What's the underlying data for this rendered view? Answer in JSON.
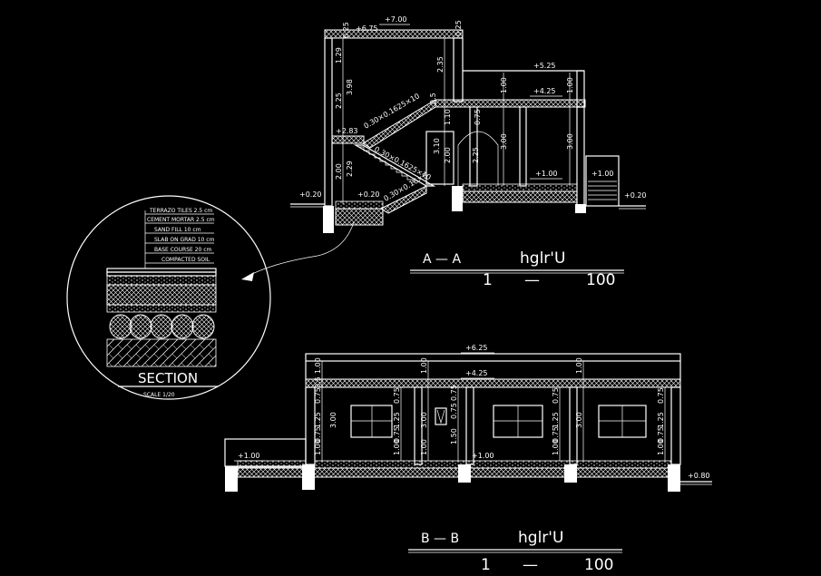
{
  "section_aa": {
    "title_left": "A  —  A",
    "title_script": "hglr'U",
    "scale_one": "1",
    "scale_dash": "—",
    "scale_value": "100",
    "levels": {
      "top": "+7.00",
      "parapet": "+6.75",
      "right_top": "+5.25",
      "right_slab": "+4.25",
      "mid": "+2.83",
      "floor": "+1.00",
      "ground_left": "+0.20",
      "ground_step": "+0.20",
      "ground_right": "+0.20"
    },
    "dims": {
      "d1": "1.29",
      "d2": "2.25",
      "d3": "3.98",
      "d4": "2.35",
      "d5": "0.25",
      "d6": "2.00",
      "d7": "2.29",
      "d8": "1.00",
      "d9": "0.75",
      "d10": "3.00",
      "d11": "3.00",
      "d12": "2.25",
      "d13": "1.10",
      "d14": "3.10",
      "d15": "2.00",
      "d16": "1.00",
      "d17": "0.5",
      "d18": "0.25"
    },
    "stairs": {
      "upper": "0.30×0.1625×10",
      "lower": "0.30×0.1625×10",
      "bottom": "0.30×0.16×5"
    }
  },
  "detail": {
    "layers": [
      "TERRAZO TILES 2.5 cm",
      "CEMENT MORTAR 2.5 cm",
      "SAND FILL 10 cm",
      "SLAB ON GRAD 10 cm",
      "BASE COURSE 20 cm",
      "COMPACTED SOIL"
    ],
    "label": "SECTION",
    "scale": "SCALE 1/20"
  },
  "section_bb": {
    "title_left": "B  —  B",
    "title_script": "hglr'U",
    "scale_one": "1",
    "scale_dash": "—",
    "scale_value": "100",
    "levels": {
      "top": "+6.25",
      "slab": "+4.25",
      "left_floor": "+1.00",
      "mid_floor": "+1.00",
      "ground_right": "+0.80"
    },
    "dims": {
      "a1": "1.00",
      "a2": "0.5",
      "a3": "0.75",
      "a4": "1.25",
      "a5": "0.75",
      "a6": "1.00",
      "a7": "3.00",
      "b1": "1.00",
      "b2": "0.75",
      "b3": "1.50",
      "b4": "0.75",
      "b5": "1.00",
      "b6": "3.00",
      "c1": "1.00",
      "c2": "0.75",
      "c3": "1.25",
      "c4": "0.75",
      "c5": "1.00",
      "c6": "3.00"
    }
  }
}
